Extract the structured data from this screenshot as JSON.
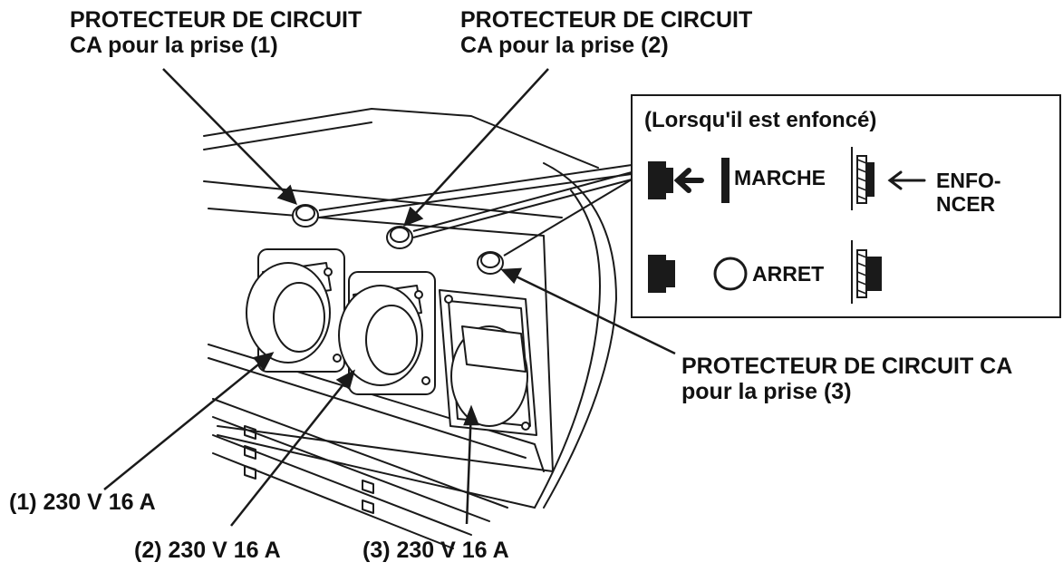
{
  "colors": {
    "line": "#1a1a1a",
    "fill": "#ffffff",
    "light_line": "#555555"
  },
  "labels": {
    "protector1_line1": "PROTECTEUR DE CIRCUIT",
    "protector1_line2": "CA pour la prise (1)",
    "protector2_line1": "PROTECTEUR DE CIRCUIT",
    "protector2_line2": "CA pour la prise (2)",
    "protector3_line1": "PROTECTEUR DE CIRCUIT CA",
    "protector3_line2": "pour la prise (3)",
    "inset_title": "(Lorsqu'il est enfoncé)",
    "on_label": "MARCHE",
    "off_label": "ARRET",
    "push_line1": "ENFO-",
    "push_line2": "NCER",
    "outlet1": "(1) 230 V 16 A",
    "outlet2": "(2) 230 V 16 A",
    "outlet3": "(3) 230 V 16 A"
  }
}
